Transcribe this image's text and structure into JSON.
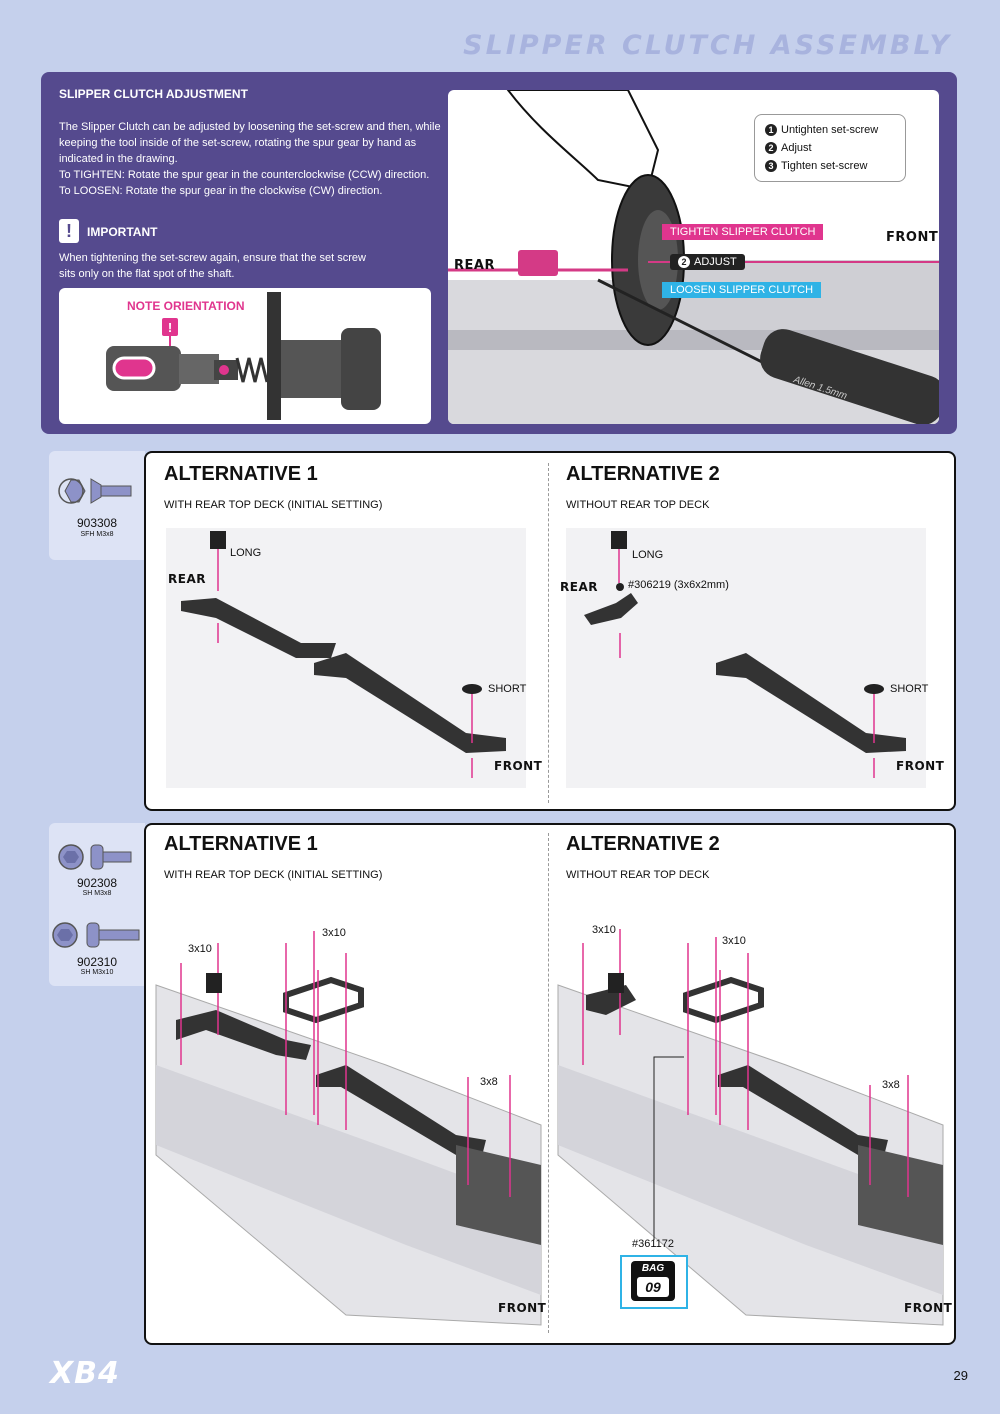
{
  "page_title": "SLIPPER CLUTCH ASSEMBLY",
  "adjustment": {
    "heading": "SLIPPER CLUTCH ADJUSTMENT",
    "paragraph1": "The Slipper Clutch can be adjusted by loosening the set-screw and then, while keeping the tool inside of the set-screw, rotating the spur gear by hand as indicated in the drawing.",
    "tighten": "To TIGHTEN:  Rotate the spur gear in the counterclockwise (CCW) direction.",
    "loosen": "To LOOSEN:  Rotate the spur gear in the clockwise (CW) direction.",
    "important_label": "IMPORTANT",
    "important_text": "When tightening the set-screw again, ensure that the set screw sits only on the flat spot of the shaft.",
    "note_orientation": "NOTE ORIENTATION",
    "steps": [
      "Untighten set-screw",
      "Adjust",
      "Tighten set-screw"
    ],
    "step_numbers": [
      "1",
      "2",
      "3"
    ],
    "tag_tighten": "TIGHTEN SLIPPER CLUTCH",
    "tag_adjust": "ADJUST",
    "tag_loosen": "LOOSEN SLIPPER CLUTCH",
    "rear": "REAR",
    "front": "FRONT",
    "tool_label": "Allen 1.5mm"
  },
  "section1": {
    "part_number": "903308",
    "part_desc": "SFH M3x8",
    "alt1_title": "ALTERNATIVE 1",
    "alt1_sub": "WITH REAR TOP DECK    (INITIAL SETTING)",
    "alt2_title": "ALTERNATIVE 2",
    "alt2_sub": "WITHOUT REAR TOP DECK",
    "long": "LONG",
    "short": "SHORT",
    "rear": "REAR",
    "front": "FRONT",
    "spacer": "#306219 (3x6x2mm)"
  },
  "section2": {
    "part1_number": "902308",
    "part1_desc": "SH M3x8",
    "part2_number": "902310",
    "part2_desc": "SH M3x10",
    "alt1_title": "ALTERNATIVE 1",
    "alt1_sub": "WITH REAR TOP DECK    (INITIAL SETTING)",
    "alt2_title": "ALTERNATIVE 2",
    "alt2_sub": "WITHOUT REAR TOP DECK",
    "screw_3x10": "3x10",
    "screw_3x8": "3x8",
    "front": "FRONT",
    "bag_part": "#361172",
    "bag_label": "BAG",
    "bag_number": "09"
  },
  "footer": {
    "logo": "XB4",
    "page_number": "29"
  }
}
